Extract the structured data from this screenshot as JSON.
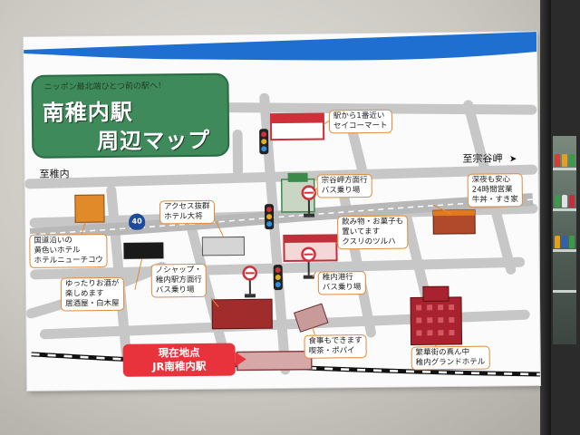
{
  "poster": {
    "subtitle": "ニッポン最北端ひとつ前の駅へ！",
    "title_line1": "南稚内駅",
    "title_line2": "周辺マップ",
    "direction_left": "至稚内",
    "direction_right": "至宗谷岬",
    "direction_arrow": "➤",
    "route_number": "40",
    "current_location": {
      "line1": "現在地点",
      "line2": "JR南稚内駅"
    },
    "labels": [
      {
        "id": "seicomart",
        "lines": [
          "駅から1番近い",
          "セイコーマート"
        ]
      },
      {
        "id": "souya-bus",
        "lines": [
          "宗谷岬方面行",
          "バス乗り場"
        ]
      },
      {
        "id": "gyudon",
        "lines": [
          "深夜も安心",
          "24時間営業",
          "牛丼・すき家"
        ]
      },
      {
        "id": "hotel-taisho",
        "lines": [
          "アクセス抜群",
          "ホテル大将"
        ]
      },
      {
        "id": "tsuruha",
        "lines": [
          "飲み物・お菓子も",
          "置いてます",
          "クスリのツルハ"
        ]
      },
      {
        "id": "hotel-nyuchikou",
        "lines": [
          "国道沿いの",
          "黄色いホテル",
          "ホテルニューチコウ"
        ]
      },
      {
        "id": "izakaya",
        "lines": [
          "ゆったりお酒が",
          "楽しめます",
          "居酒屋・白木屋"
        ]
      },
      {
        "id": "noshappu-bus",
        "lines": [
          "ノシャップ・",
          "稚内駅方面行",
          "バス乗り場"
        ]
      },
      {
        "id": "wakkanai-bus",
        "lines": [
          "稚内港行",
          "バス乗り場"
        ]
      },
      {
        "id": "cafe-popai",
        "lines": [
          "食事もできます",
          "喫茶・ポパイ"
        ]
      },
      {
        "id": "grand-hotel",
        "lines": [
          "繁華街の真ん中",
          "稚内グランドホテル"
        ]
      }
    ]
  }
}
